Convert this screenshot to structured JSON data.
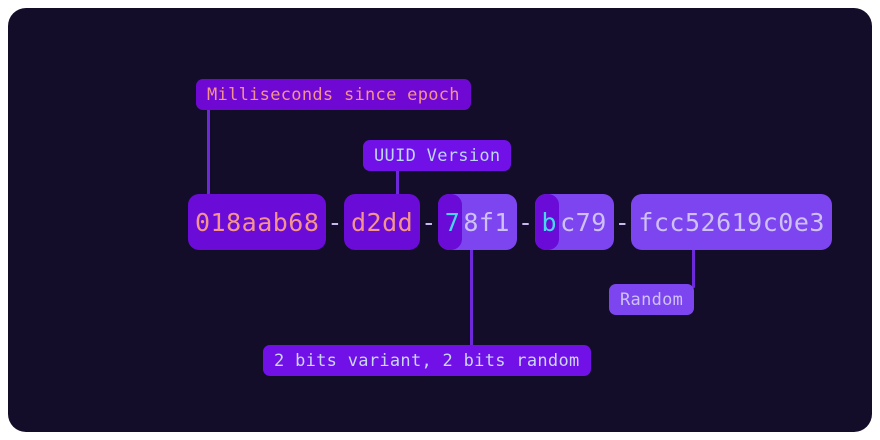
{
  "canvas": {
    "background": "#130d29",
    "page_background": "#ffffff"
  },
  "uuid": {
    "full": "018aab68-d2dd-78f1-bc79-fcc52619c0e3",
    "separator": "-",
    "segments": [
      {
        "id": "timestamp-high",
        "text": "018aab68",
        "role": "timestamp",
        "color": "#f4948c",
        "background": "#6a0bd8"
      },
      {
        "id": "timestamp-low",
        "text": "d2dd",
        "role": "timestamp",
        "color": "#f4948c",
        "background": "#6a0bd8"
      },
      {
        "id": "version-group",
        "highlight": "7",
        "rest": "8f1",
        "role": "version+random",
        "highlight_color": "#4ad5ef",
        "color": "#cfc0f8",
        "background": "#7c45f0"
      },
      {
        "id": "variant-group",
        "highlight": "b",
        "rest": "c79",
        "role": "variant+random",
        "highlight_color": "#4ad5ef",
        "color": "#cfc0f8",
        "background": "#7c45f0"
      },
      {
        "id": "random-node",
        "text": "fcc52619c0e3",
        "role": "random",
        "color": "#cfc0f8",
        "background": "#7c45f0"
      }
    ]
  },
  "annotations": {
    "timestamp_label": "Milliseconds since epoch",
    "version_label": "UUID Version",
    "variant_label": "2 bits variant, 2 bits random",
    "random_label": "Random"
  },
  "colors": {
    "accent_purple": "#7111e8",
    "light_purple": "#7c45f0",
    "deep_purple": "#6a0bd8",
    "connector": "#6d28d9",
    "salmon_text": "#f4948c",
    "cyan_text": "#4ad5ef",
    "lavender_text": "#cfc0f8"
  }
}
